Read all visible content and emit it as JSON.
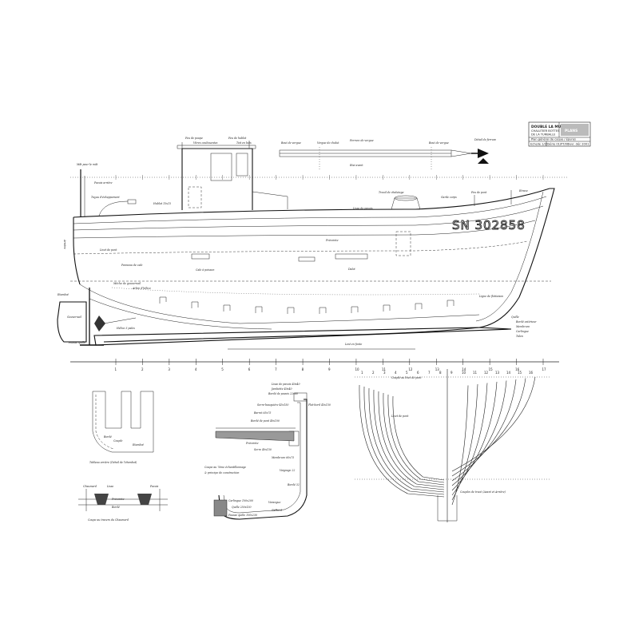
{
  "title_block": {
    "title": "DOUBLE LA MULE",
    "subtitle_1": "CHALUTIER BOTTES",
    "subtitle_2": "DE LA TURBALLE",
    "stamp": "PLANS",
    "line_1": "Plan général de coque / épures",
    "scale": "Echelle 1/20",
    "ref": "Série 01/PT/01",
    "date": "Ouvr. déc 2001"
  },
  "registration": "SN 302858",
  "station_numbers": [
    "1",
    "2",
    "3",
    "4",
    "5",
    "6",
    "7",
    "8",
    "9",
    "10",
    "11",
    "12",
    "13",
    "14",
    "15",
    "16",
    "17"
  ],
  "body_plan_stations": [
    "1",
    "2",
    "3",
    "4",
    "5",
    "6",
    "7",
    "8",
    "9",
    "10",
    "11",
    "12",
    "13",
    "14",
    "15",
    "16"
  ],
  "labels": {
    "mast": "Mât pour le mât",
    "mast_stay": "Etai avant",
    "wheelhouse_top": "Feu de poupe",
    "wheelhouse_window": "Vitres coulissantes",
    "wheelhouse_roof": "Toit en bois",
    "wheelhouse_lamp": "Feu de hublot",
    "side_window": "Hublot 15x15",
    "exhaust": "Tuyau d'échappement",
    "aft_bulwark": "Pavois arrière",
    "winch": "Treuil de chalutage",
    "bow_light": "Feu de pont",
    "stem": "Etrave",
    "guardrail_top": "Garde corps",
    "gunwale": "Lisse de pavois",
    "rubbing_strake": "Préceinte",
    "deck_line": "Livet de pont",
    "scupper": "Dalot",
    "hatch": "Panneau de cale",
    "fish_hold": "Cale à poisson",
    "rudder_post": "Etambot",
    "rudder": "Gouvernail",
    "rudder_stock": "Mèche de gouvernail",
    "propeller": "Hélice 3 pales",
    "prop_shaft": "Arbre d'hélice",
    "engine_bed": "Carlingue",
    "keel": "Quille",
    "false_keel": "Fausse quille",
    "skeg": "Talon",
    "keel_ballast": "Lest en fonte",
    "frame": "Membrure",
    "outside_planking": "Bordé extérieur",
    "waterline": "Ligne de flottaison",
    "sternpost_side": "Arrière",
    "boom_left": "Bout de vergue",
    "boom_mid": "Vergue de chalut",
    "boom_right": "Bout de vergue",
    "spar_fitting_1": "Ferrure de vergue",
    "spar_fitting_2": "Détail de ferrure",
    "stern_detail_caption": "Tableau arrière (Détail de l'étambot)",
    "stern_detail_1": "Bordé",
    "stern_detail_2": "Couple",
    "stern_detail_3": "Etambot",
    "cleat_caption": "Coupe au travers du Chaumard",
    "cleat_1": "Chaumard",
    "cleat_2": "Lisse",
    "cleat_3": "Pavois",
    "cleat_4": "Préceinte",
    "cleat_5": "Bordé",
    "section_caption": "Coupe au 7ème échantillonnage",
    "section_caption_2": "& principe de construction",
    "sec_1": "Lisse de pavois 40x40",
    "sec_2": "Jambette 40x40",
    "sec_3": "Bordé de pavois 22x60",
    "sec_4": "Plat-bord 45x150",
    "sec_5": "Serre-bauquière 45x150",
    "sec_6": "Barrot 65x75",
    "sec_7": "Bordé de pont 40x100",
    "sec_8": "Préceinte",
    "sec_9": "Serre 40x150",
    "sec_10": "Membrure 60x75",
    "sec_11": "Vaigrage 22",
    "sec_12": "Bordé 32",
    "sec_13": "Carlingue 100x200",
    "sec_14": "Quille 250x150",
    "sec_15": "Fausse quille 100x250",
    "sec_16": "Varangue",
    "sec_17": "Galbord",
    "body_1": "Couple au livet de pont",
    "body_2": "Livet de pont",
    "body_3": "Couples de tracé (Avant et Arrière)"
  }
}
